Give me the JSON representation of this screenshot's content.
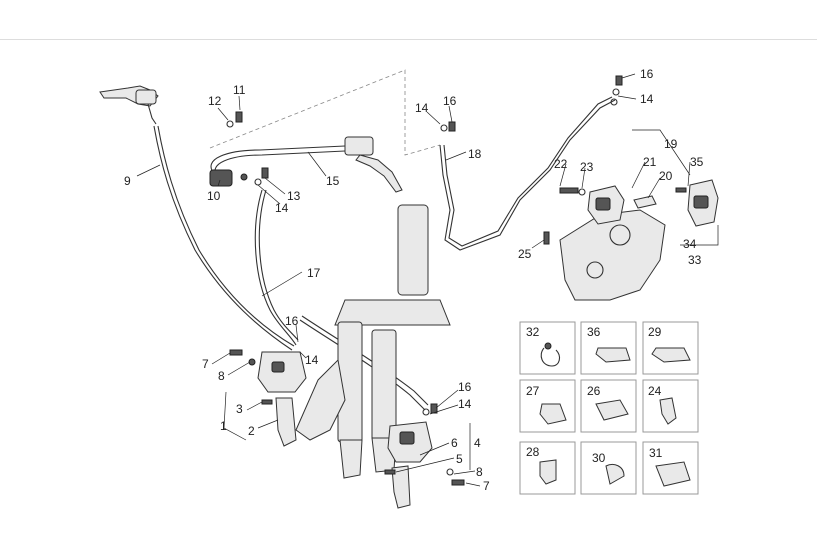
{
  "labels": {
    "l1": "1",
    "l2": "2",
    "l3": "3",
    "l4": "4",
    "l5": "5",
    "l6": "6",
    "l7a": "7",
    "l7b": "7",
    "l8a": "8",
    "l8b": "8",
    "l9": "9",
    "l10": "10",
    "l11": "11",
    "l12": "12",
    "l13": "13",
    "l14a": "14",
    "l14b": "14",
    "l14c": "14",
    "l14d": "14",
    "l14e": "14",
    "l15": "15",
    "l16a": "16",
    "l16b": "16",
    "l16c": "16",
    "l16d": "16",
    "l17": "17",
    "l18": "18",
    "l19": "19",
    "l20": "20",
    "l21": "21",
    "l22": "22",
    "l23": "23",
    "l25": "25",
    "l33": "33",
    "l34": "34",
    "l35": "35"
  },
  "detail_boxes": [
    "32",
    "36",
    "29",
    "27",
    "26",
    "24",
    "28",
    "30",
    "31"
  ],
  "colors": {
    "line": "#333333",
    "box_border": "#999999",
    "part_fill": "#e9e9e9"
  }
}
